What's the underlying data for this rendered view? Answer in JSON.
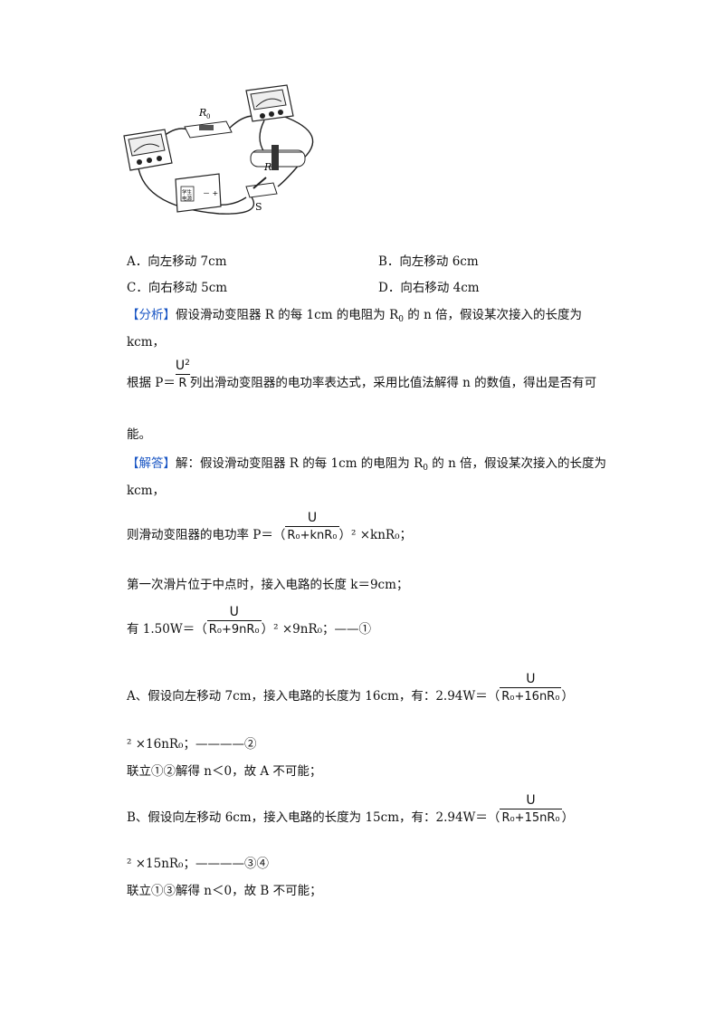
{
  "figure": {
    "label_r0": "R",
    "label_r0_sub": "0",
    "label_r": "R",
    "label_s": "S",
    "supply_label": "学生\n电源"
  },
  "options": {
    "a": "A．向左移动 7cm",
    "b": "B．向左移动 6cm",
    "c": "C．向右移动 5cm",
    "d": "D．向右移动 4cm"
  },
  "analysis": {
    "tag": "【分析】",
    "line1": "假设滑动变阻器 R 的每 1cm 的电阻为 R",
    "line1_sub": "0",
    "line1_end": " 的 n 倍，假设某次接入的长度为",
    "line2": "kcm，",
    "formula_prefix": "根据 P＝",
    "formula_num": "U",
    "formula_num_sup": "2",
    "formula_den": "R",
    "formula_suffix": "列出滑动变阻器的电功率表达式，采用比值法解得 n 的数值，得出是否有可",
    "line4": "能。"
  },
  "solution": {
    "tag": "【解答】",
    "line1": "解：假设滑动变阻器 R 的每 1cm 的电阻为 R",
    "line1_sub": "0",
    "line1_end": " 的 n 倍，假设某次接入的长度为",
    "line2": "kcm，",
    "power_prefix": "则滑动变阻器的电功率 P＝（",
    "power_num": "U",
    "power_den": "R₀+knR₀",
    "power_suffix": "）² ×knR₀；",
    "first": "第一次滑片位于中点时，接入电路的长度 k＝9cm；",
    "eq1_prefix": "有 1.50W＝（",
    "eq1_num": "U",
    "eq1_den": "R₀+9nR₀",
    "eq1_suffix": "）² ×9nR₀；——①",
    "a_prefix": "A、假设向左移动 7cm，接入电路的长度为 16cm，有：2.94W＝（",
    "a_num": "U",
    "a_den": "R₀+16nR₀",
    "a_close": "）",
    "a_cont": "² ×16nR₀；————②",
    "a_concl": "联立①②解得 n＜0，故 A 不可能；",
    "b_prefix": "B、假设向左移动 6cm，接入电路的长度为 15cm，有：2.94W＝（",
    "b_num": "U",
    "b_den": "R₀+15nR₀",
    "b_close": "）",
    "b_cont": "² ×15nR₀；————③④",
    "b_concl": "联立①③解得 n＜0，故 B 不可能；"
  }
}
